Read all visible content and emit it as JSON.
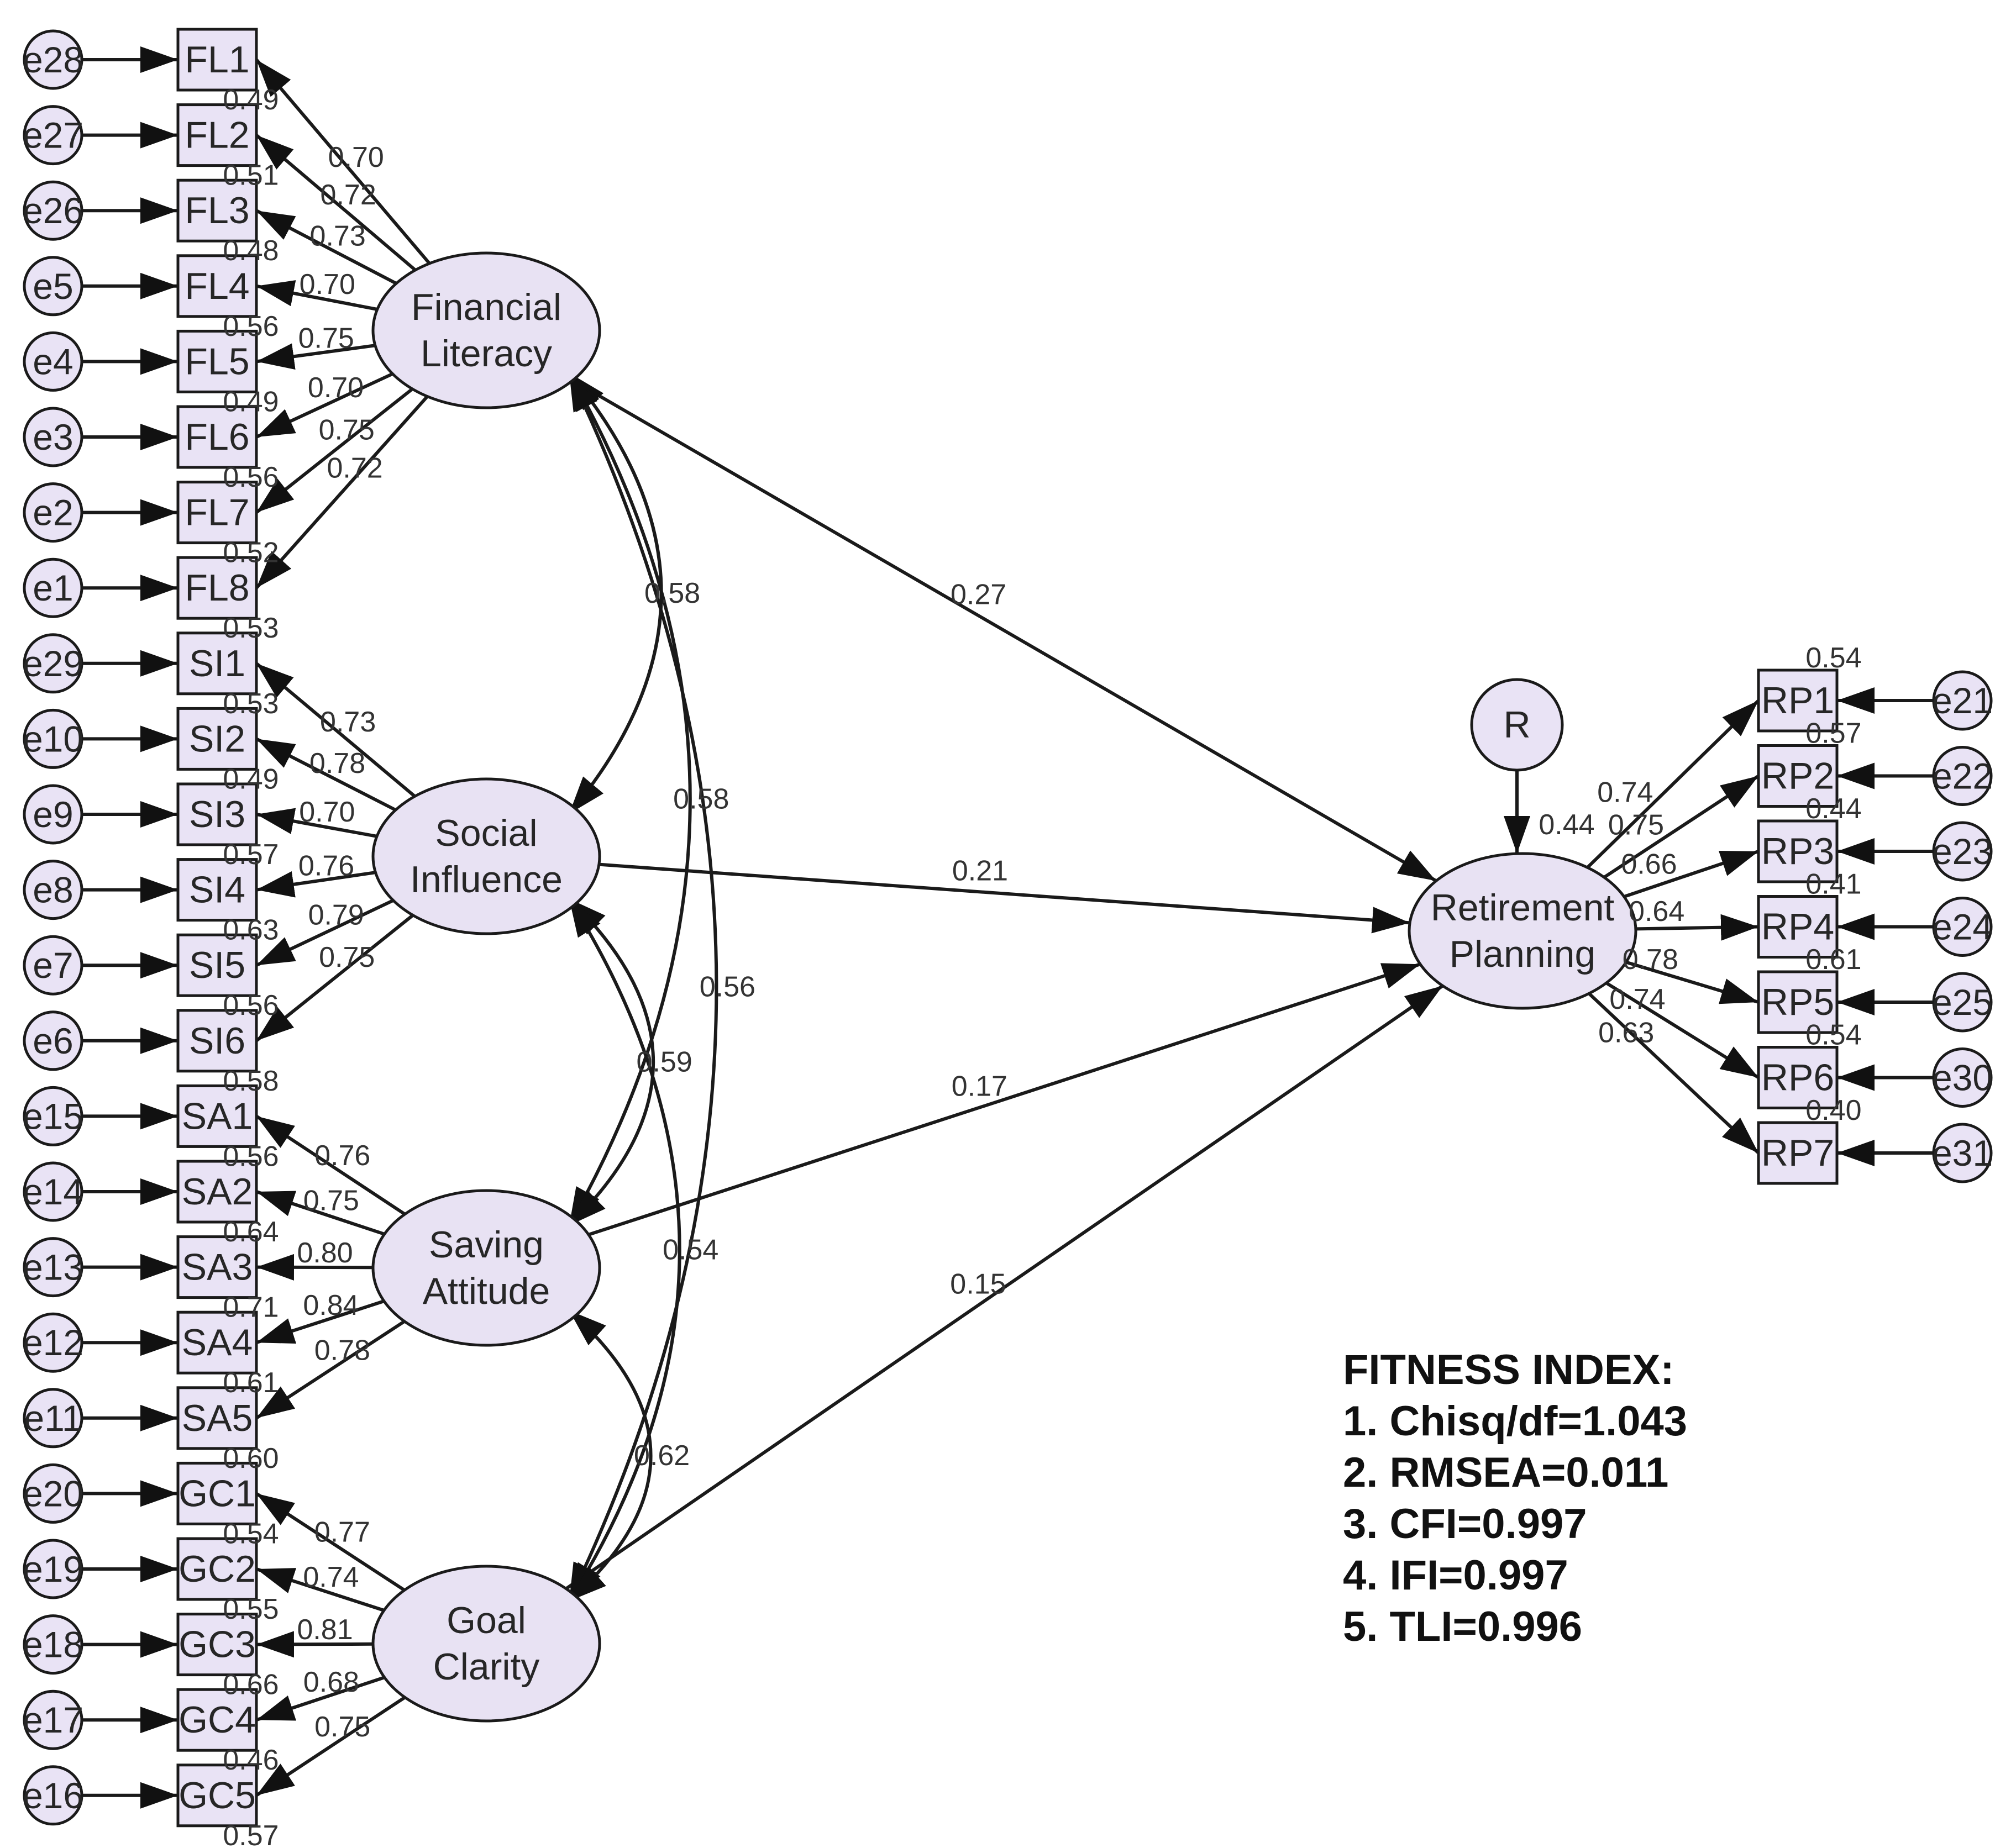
{
  "latent_vars": [
    {
      "id": "FL",
      "line1": "Financial",
      "line2": "Literacy"
    },
    {
      "id": "SI",
      "line1": "Social",
      "line2": "Influence"
    },
    {
      "id": "SA",
      "line1": "Saving",
      "line2": "Attitude"
    },
    {
      "id": "GC",
      "line1": "Goal",
      "line2": "Clarity"
    },
    {
      "id": "RP",
      "line1": "Retirement",
      "line2": "Planning"
    }
  ],
  "residual": {
    "label": "R",
    "r2": "0.44"
  },
  "indicators": {
    "FL": [
      {
        "name": "FL1",
        "error": "e28",
        "loading": "0.70",
        "r2": "0.49"
      },
      {
        "name": "FL2",
        "error": "e27",
        "loading": "0.72",
        "r2": "0.51"
      },
      {
        "name": "FL3",
        "error": "e26",
        "loading": "0.73",
        "r2": "0.48"
      },
      {
        "name": "FL4",
        "error": "e5",
        "loading": "0.70",
        "r2": "0.56"
      },
      {
        "name": "FL5",
        "error": "e4",
        "loading": "0.75",
        "r2": "0.49"
      },
      {
        "name": "FL6",
        "error": "e3",
        "loading": "0.70",
        "r2": "0.56"
      },
      {
        "name": "FL7",
        "error": "e2",
        "loading": "0.75",
        "r2": "0.52"
      },
      {
        "name": "FL8",
        "error": "e1",
        "loading": "0.72",
        "r2": "0.53"
      }
    ],
    "SI": [
      {
        "name": "SI1",
        "error": "e29",
        "loading": "0.73",
        "r2": "0.53"
      },
      {
        "name": "SI2",
        "error": "e10",
        "loading": "0.78",
        "r2": "0.49"
      },
      {
        "name": "SI3",
        "error": "e9",
        "loading": "0.70",
        "r2": "0.57"
      },
      {
        "name": "SI4",
        "error": "e8",
        "loading": "0.76",
        "r2": "0.63"
      },
      {
        "name": "SI5",
        "error": "e7",
        "loading": "0.79",
        "r2": "0.56"
      },
      {
        "name": "SI6",
        "error": "e6",
        "loading": "0.75",
        "r2": "0.58"
      }
    ],
    "SA": [
      {
        "name": "SA1",
        "error": "e15",
        "loading": "0.76",
        "r2": "0.56"
      },
      {
        "name": "SA2",
        "error": "e14",
        "loading": "0.75",
        "r2": "0.64"
      },
      {
        "name": "SA3",
        "error": "e13",
        "loading": "0.80",
        "r2": "0.71"
      },
      {
        "name": "SA4",
        "error": "e12",
        "loading": "0.84",
        "r2": "0.61"
      },
      {
        "name": "SA5",
        "error": "e11",
        "loading": "0.78",
        "r2": "0.60"
      }
    ],
    "GC": [
      {
        "name": "GC1",
        "error": "e20",
        "loading": "0.77",
        "r2": "0.54"
      },
      {
        "name": "GC2",
        "error": "e19",
        "loading": "0.74",
        "r2": "0.55"
      },
      {
        "name": "GC3",
        "error": "e18",
        "loading": "0.81",
        "r2": "0.66"
      },
      {
        "name": "GC4",
        "error": "e17",
        "loading": "0.68",
        "r2": "0.46"
      },
      {
        "name": "GC5",
        "error": "e16",
        "loading": "0.75",
        "r2": "0.57"
      }
    ],
    "RP": [
      {
        "name": "RP1",
        "error": "e21",
        "loading": "0.74",
        "r2": "0.54"
      },
      {
        "name": "RP2",
        "error": "e22",
        "loading": "0.75",
        "r2": "0.57"
      },
      {
        "name": "RP3",
        "error": "e23",
        "loading": "0.66",
        "r2": "0.44"
      },
      {
        "name": "RP4",
        "error": "e24",
        "loading": "0.64",
        "r2": "0.41"
      },
      {
        "name": "RP5",
        "error": "e25",
        "loading": "0.78",
        "r2": "0.61"
      },
      {
        "name": "RP6",
        "error": "e30",
        "loading": "0.74",
        "r2": "0.54"
      },
      {
        "name": "RP7",
        "error": "e31",
        "loading": "0.63",
        "r2": "0.40"
      }
    ]
  },
  "structural_paths": [
    {
      "from": "FL",
      "to": "RP",
      "value": "0.27"
    },
    {
      "from": "SI",
      "to": "RP",
      "value": "0.21"
    },
    {
      "from": "SA",
      "to": "RP",
      "value": "0.17"
    },
    {
      "from": "GC",
      "to": "RP",
      "value": "0.15"
    }
  ],
  "correlations": [
    {
      "a": "FL",
      "b": "SI",
      "value": "0.58"
    },
    {
      "a": "FL",
      "b": "SA",
      "value": "0.58"
    },
    {
      "a": "FL",
      "b": "GC",
      "value": "0.56"
    },
    {
      "a": "SI",
      "b": "SA",
      "value": "0.59"
    },
    {
      "a": "SI",
      "b": "GC",
      "value": "0.54"
    },
    {
      "a": "SA",
      "b": "GC",
      "value": "0.62"
    }
  ],
  "fitness": {
    "title": "FITNESS INDEX:",
    "lines": [
      "1. Chisq/df=1.043",
      "2. RMSEA=0.011",
      "3. CFI=0.997",
      "4. IFI=0.997",
      "5. TLI=0.996"
    ]
  }
}
